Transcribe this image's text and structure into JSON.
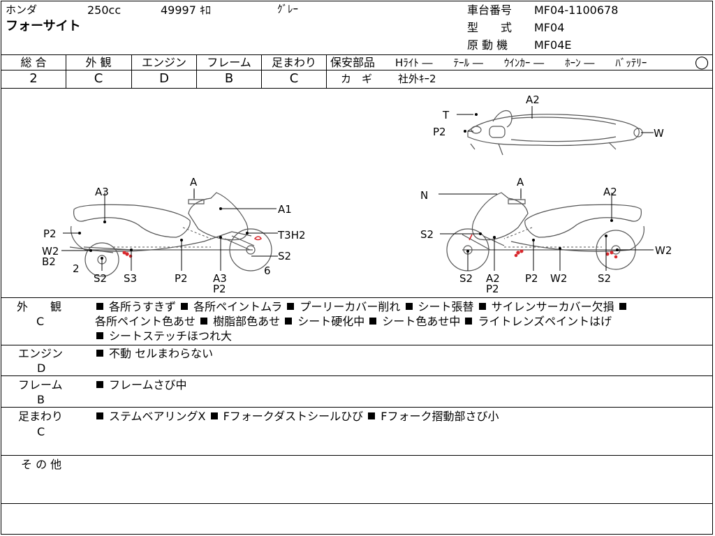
{
  "header": {
    "maker": "ホンダ",
    "displacement": "250cc",
    "mileage": "49997 ｷﾛ",
    "color": "ｸﾞﾚｰ",
    "model_name": "フォーサイト",
    "frame_no_label": "車台番号",
    "frame_no": "MF04-1100678",
    "type_label": "型　　式",
    "type_value": "MF04",
    "engine_label": "原 動 機",
    "engine_value": "MF04E"
  },
  "grades": {
    "items": [
      {
        "label": "総 合",
        "value": "2"
      },
      {
        "label": "外 観",
        "value": "C"
      },
      {
        "label": "エンジン",
        "value": "D"
      },
      {
        "label": "フレーム",
        "value": "B"
      },
      {
        "label": "足まわり",
        "value": "C"
      }
    ]
  },
  "safety": {
    "title": "保安部品",
    "items_text": "Hﾗｲﾄ ―　　ﾃｰﾙ ―　　ｳｲﾝｶｰ ―　　ﾎｰﾝ ―　　ﾊﾞｯﾃﾘｰ",
    "battery_mark": "◯",
    "key_label": "カ　ギ",
    "key_value": "社外ｷｰ2"
  },
  "diagram": {
    "top_labels": [
      "T",
      "A2",
      "P2",
      "W"
    ],
    "left_labels": [
      "A",
      "A3",
      "A1",
      "P2",
      "T3H2",
      "W2",
      "B2",
      "S2",
      "2",
      "S2",
      "S3",
      "P2",
      "A3",
      "P2",
      "6"
    ],
    "right_labels": [
      "A",
      "N",
      "A2",
      "S2",
      "W2",
      "S2",
      "A2",
      "P2",
      "P2",
      "W2",
      "S2"
    ]
  },
  "remarks": {
    "exterior": {
      "label": "外　　観",
      "grade": "C",
      "lines": [
        [
          "各所うすきず",
          "各所ペイントムラ",
          "プーリーカバー削れ",
          "シート張替",
          "サイレンサーカバー欠損",
          ""
        ],
        [
          "各所ペイント色あせ",
          "樹脂部色あせ",
          "シート硬化中",
          "シート色あせ中",
          "ライトレンズペイントはげ"
        ],
        [
          "シートステッチほつれ大"
        ]
      ]
    },
    "engine": {
      "label": "エンジン",
      "grade": "D",
      "items": [
        "不動 セルまわらない"
      ]
    },
    "frame": {
      "label": "フレーム",
      "grade": "B",
      "items": [
        "フレームさび中"
      ]
    },
    "suspension": {
      "label": "足まわり",
      "grade": "C",
      "items": [
        "ステムベアリングX",
        "Fフォークダストシールひび",
        "Fフォーク摺動部さび小"
      ]
    },
    "other": {
      "label": "そ の 他"
    }
  },
  "colors": {
    "damage": "#d8262b",
    "line": "#000000",
    "sketch": "#555555"
  }
}
